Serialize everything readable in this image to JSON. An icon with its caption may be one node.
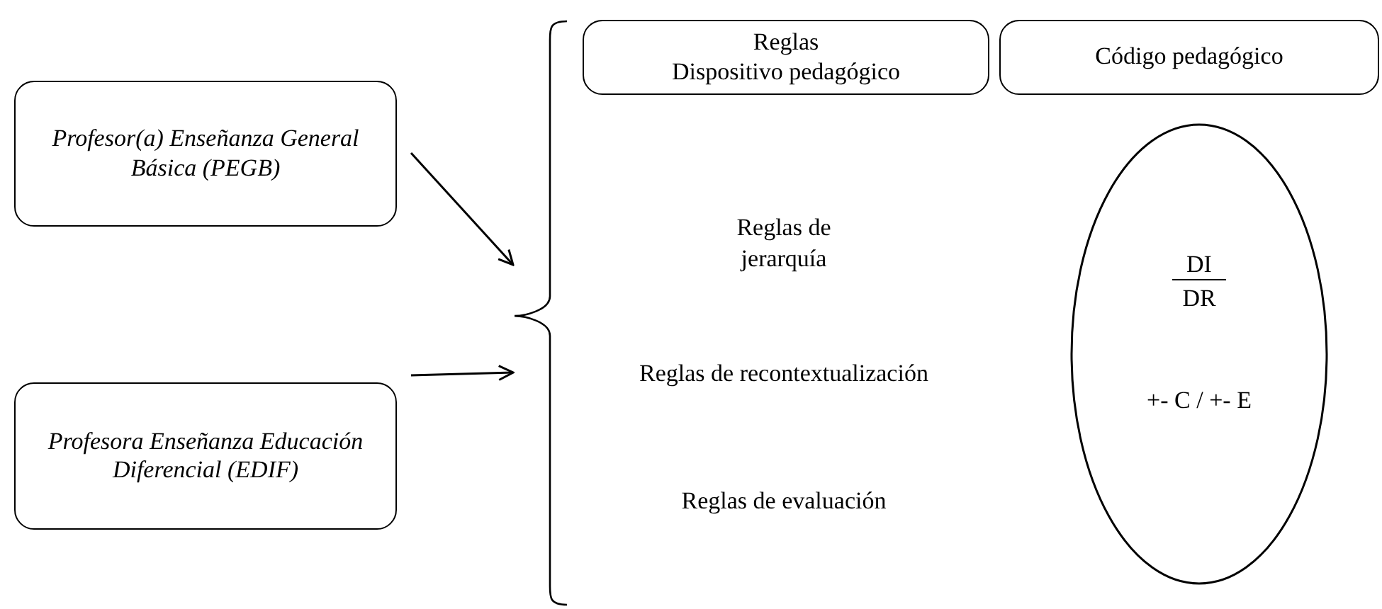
{
  "diagram": {
    "nodes": [
      {
        "text": [
          "Profesor(a) Enseñanza General Básica (PEGB)"
        ]
      },
      {
        "text": [
          "Profesora Enseñanza Educación Diferencial (EDIF)"
        ]
      },
      {
        "text": [],
        "shape": "brace"
      },
      {
        "text": [
          "Reglas",
          "Dispositivo pedagógico"
        ]
      },
      {
        "text": [
          "Código pedagógico"
        ]
      },
      {
        "text": [
          "DI",
          "DR",
          "+- C / +- E"
        ]
      }
    ],
    "edges": [
      {
        "from": 0,
        "to": 2,
        "arrow": "to"
      },
      {
        "from": 1,
        "to": 2,
        "arrow": "to"
      }
    ],
    "labels": [
      "Reglas de jerarquía",
      "Reglas de recontextualización",
      "Reglas de evaluación"
    ]
  }
}
